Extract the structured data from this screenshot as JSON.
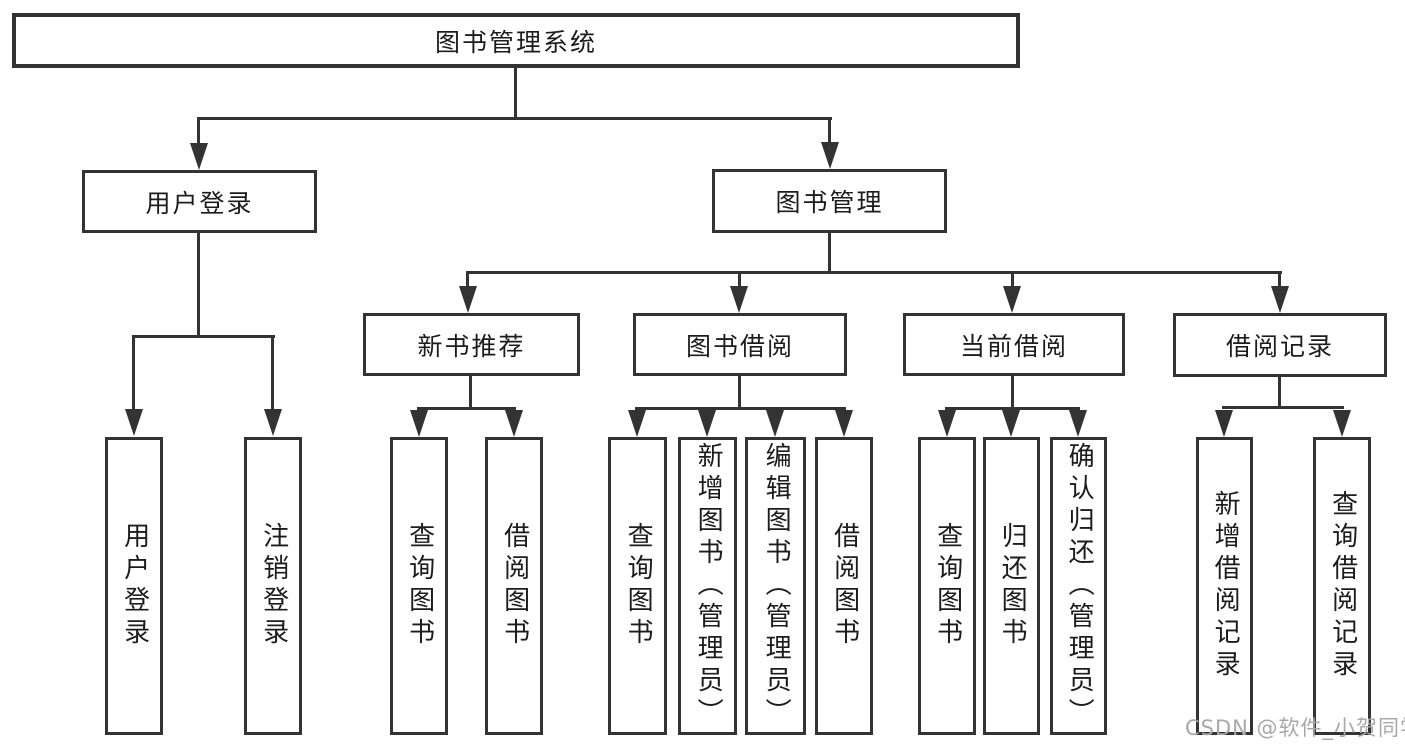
{
  "nodes": {
    "root": "图书管理系统",
    "user_login": "用户登录",
    "book_management": "图书管理",
    "new_book_recommend": "新书推荐",
    "book_borrow": "图书借阅",
    "current_borrow": "当前借阅",
    "borrow_records": "借阅记录"
  },
  "leaves": {
    "user_login": [
      "用户登录",
      "注销登录"
    ],
    "new_book_recommend": [
      "查询图书",
      "借阅图书"
    ],
    "book_borrow": [
      "查询图书",
      "新增图书（管理员）",
      "编辑图书（管理员）",
      "借阅图书"
    ],
    "current_borrow": [
      "查询图书",
      "归还图书",
      "确认归还（管理员）"
    ],
    "borrow_records": [
      "新增借阅记录",
      "查询借阅记录"
    ]
  },
  "watermark": "CSDN @软件_小贺同学",
  "colors": {
    "line": "#333333",
    "text": "#1c1c1c",
    "watermark": "#a8a8a8",
    "background": "#ffffff"
  }
}
